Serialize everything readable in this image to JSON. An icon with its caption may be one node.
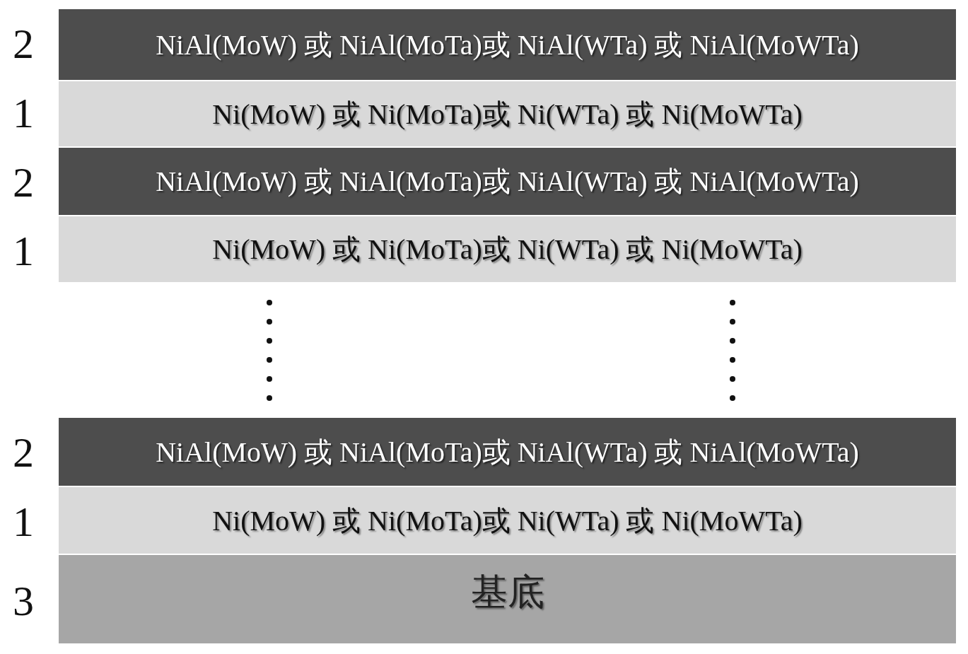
{
  "diagram": {
    "nodes": [
      {
        "text": [
          "NiAl(MoW) 或 NiAl(MoTa)或 NiAl(WTa) 或 NiAl(MoWTa)"
        ]
      },
      {
        "text": [
          "Ni(MoW) 或 Ni(MoTa)或 Ni(WTa) 或 Ni(MoWTa)"
        ]
      },
      {
        "text": [
          "NiAl(MoW) 或 NiAl(MoTa)或 NiAl(WTa) 或 NiAl(MoWTa)"
        ]
      },
      {
        "text": [
          "Ni(MoW) 或 Ni(MoTa)或 Ni(WTa) 或 Ni(MoWTa)"
        ]
      },
      {
        "text": [
          "NiAl(MoW) 或 NiAl(MoTa)或 NiAl(WTa) 或 NiAl(MoWTa)"
        ]
      },
      {
        "text": [
          "Ni(MoW) 或 Ni(MoTa)或 Ni(WTa) 或 Ni(MoWTa)"
        ]
      },
      {
        "text": [
          "基底"
        ]
      }
    ],
    "edges": [],
    "labels": [
      "2",
      "1",
      "2",
      "1",
      "2",
      "1",
      "3"
    ]
  }
}
